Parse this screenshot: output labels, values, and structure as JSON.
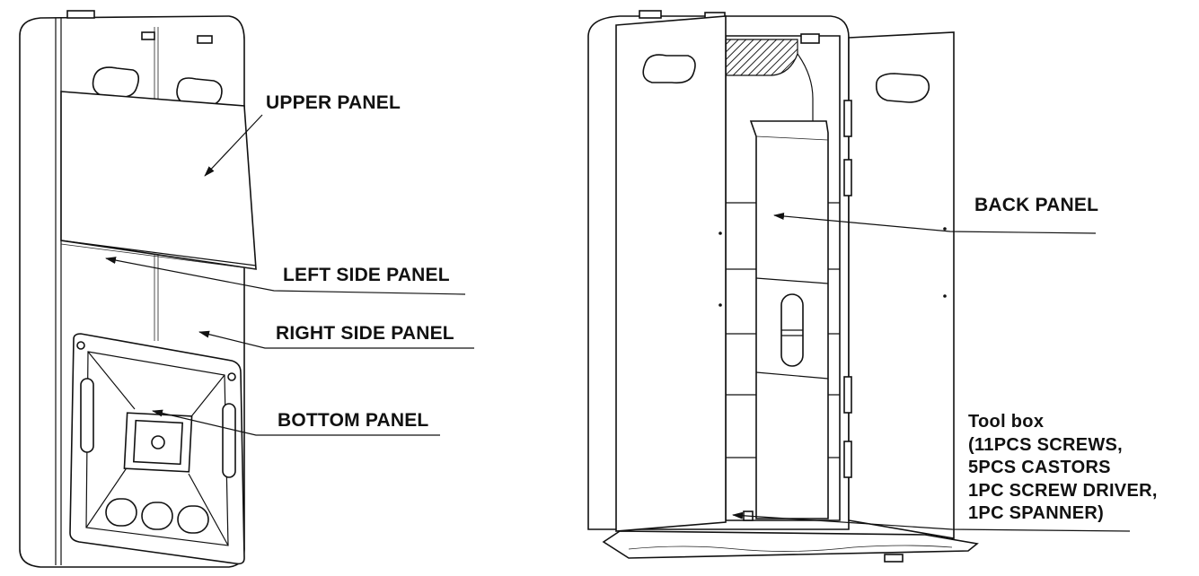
{
  "labels": {
    "upper_panel": "UPPER PANEL",
    "left_side_panel": "LEFT SIDE PANEL",
    "right_side_panel": "RIGHT SIDE PANEL",
    "bottom_panel": "BOTTOM PANEL",
    "back_panel": "BACK PANEL"
  },
  "tool_box": {
    "line1": "Tool box",
    "line2": "(11PCS SCREWS,",
    "line3": "5PCS CASTORS",
    "line4": "1PC SCREW DRIVER,",
    "line5": "1PC SPANNER)"
  },
  "colors": {
    "ink": "#111111",
    "paper": "#ffffff"
  }
}
